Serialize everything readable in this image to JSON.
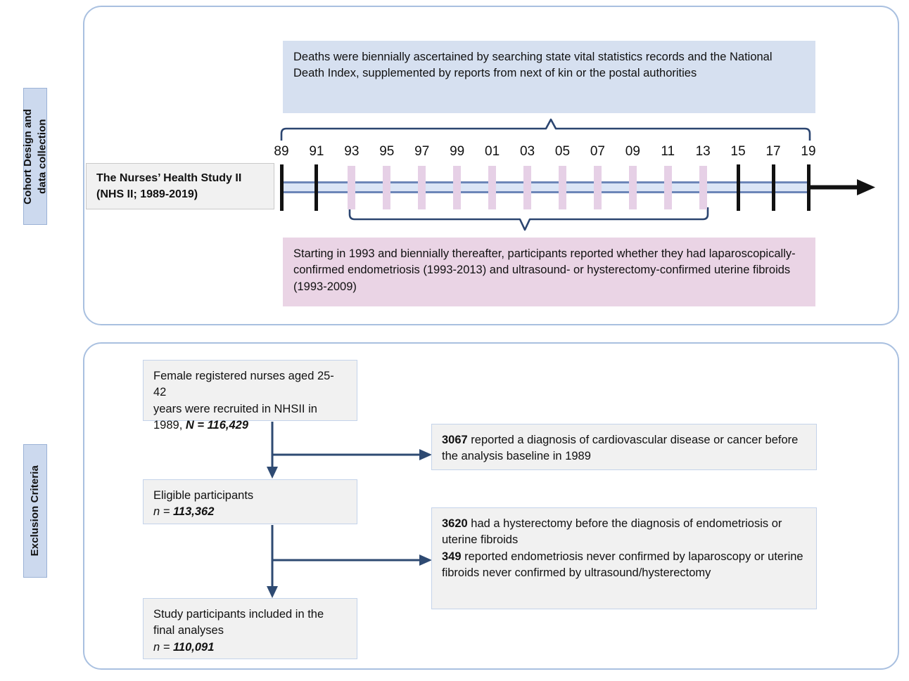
{
  "sections": {
    "top_label": "Cohort Design and\ndata collection",
    "bottom_label": "Exclusion Criteria"
  },
  "cohort": {
    "deaths_box": "Deaths were biennially ascertained by searching state vital statistics records and the National Death Index, supplemented by reports from next of kin or the postal authorities",
    "study_box": "The Nurses’ Health Study II (NHS II; 1989-2019)",
    "exposure_box": "Starting in 1993 and biennially thereafter, participants reported whether they had laparoscopically-confirmed endometriosis (1993-2013) and ultrasound- or hysterectomy-confirmed uterine fibroids (1993-2009)"
  },
  "timeline": {
    "years": [
      "89",
      "91",
      "93",
      "95",
      "97",
      "99",
      "01",
      "03",
      "05",
      "07",
      "09",
      "11",
      "13",
      "15",
      "17",
      "19"
    ],
    "tick_types": [
      "black",
      "black",
      "pink",
      "pink",
      "pink",
      "pink",
      "pink",
      "pink",
      "pink",
      "pink",
      "pink",
      "pink",
      "pink",
      "black",
      "black",
      "black"
    ],
    "start_year": "1989",
    "end_year": "2019",
    "questionnaire_start": "93",
    "questionnaire_end": "13",
    "colors": {
      "bar_fill": "#dbe5f6",
      "bar_edge": "#6d86b8",
      "pink_tick": "#e6d0e6",
      "black_tick": "#121212",
      "brace": "#2b4570"
    }
  },
  "flow": {
    "box_recruited": {
      "line1": "Female registered nurses aged 25-42",
      "line2": "years were recruited in NHSII in",
      "line3_pre": "1989, ",
      "line3_em": "N = 116,429"
    },
    "box_eligible": {
      "line1": "Eligible participants",
      "line2_pre": "n = ",
      "line2_em": "113,362"
    },
    "box_final": {
      "line1": "Study participants included in the",
      "line2": "final analyses",
      "line3_pre": "n = ",
      "line3_em": "110,091"
    },
    "excl_1": {
      "count": "3067",
      "text": " reported a diagnosis of cardiovascular disease or cancer before the analysis baseline in 1989"
    },
    "excl_2": {
      "count_a": "3620",
      "text_a": " had a hysterectomy before the diagnosis of endometriosis or uterine fibroids",
      "count_b": "349",
      "text_b": " reported endometriosis never confirmed by laparoscopy or uterine fibroids never confirmed by ultrasound/hysterectomy"
    }
  },
  "theme": {
    "panel_border": "#a9c0e0",
    "side_label_bg": "#ccd9ee",
    "arrow": "#2e4a72",
    "blue_box": "#d6e0f0",
    "pink_box": "#ead4e5",
    "grey_box": "#f1f1f1"
  }
}
